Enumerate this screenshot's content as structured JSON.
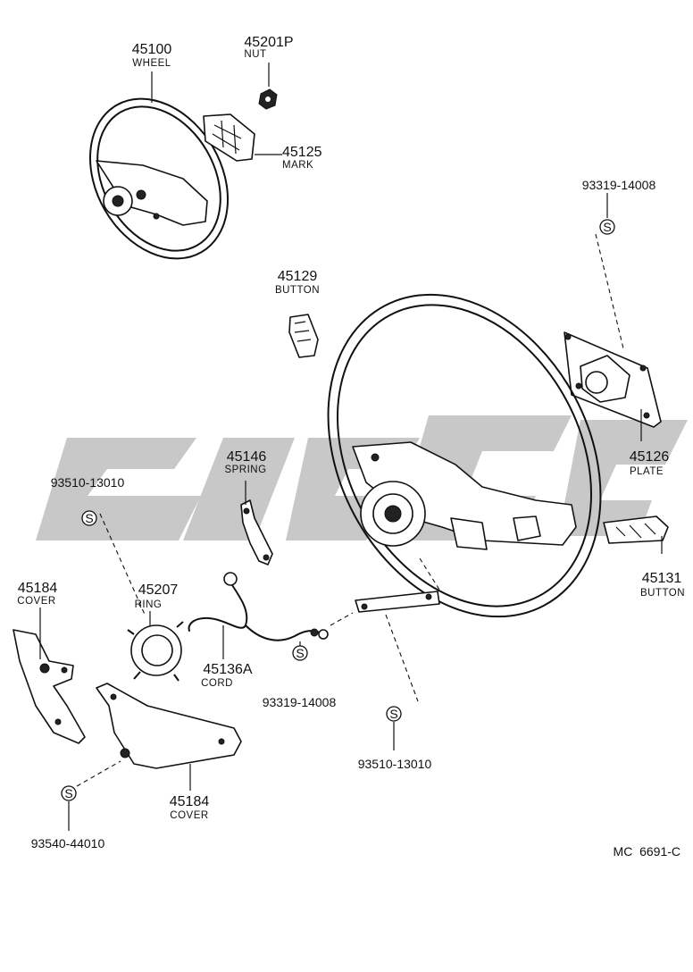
{
  "parts": {
    "wheel": {
      "number": "45100",
      "name": "WHEEL"
    },
    "nut": {
      "number": "45201P",
      "name": "NUT"
    },
    "mark": {
      "number": "45125",
      "name": "MARK"
    },
    "button_top": {
      "number": "45129",
      "name": "BUTTON"
    },
    "plate": {
      "number": "45126",
      "name": "PLATE"
    },
    "spring": {
      "number": "45146",
      "name": "SPRING"
    },
    "button_right": {
      "number": "45131",
      "name": "BUTTON"
    },
    "cover_left": {
      "number": "45184",
      "name": "COVER"
    },
    "ring": {
      "number": "45207",
      "name": "RING"
    },
    "cord": {
      "number": "45136A",
      "name": "CORD"
    },
    "cover_bottom": {
      "number": "45184",
      "name": "COVER"
    }
  },
  "screws": {
    "screw_top_right": {
      "code": "93319-14008",
      "symbol": "S"
    },
    "screw_left": {
      "code": "93510-13010",
      "symbol": "S"
    },
    "screw_cord": {
      "code": "93319-14008",
      "symbol": "S"
    },
    "screw_center": {
      "code": "93510-13010",
      "symbol": "S"
    },
    "screw_bottom_left": {
      "code": "93540-44010",
      "symbol": "S"
    }
  },
  "diagram_reference": "MC  6691-C"
}
